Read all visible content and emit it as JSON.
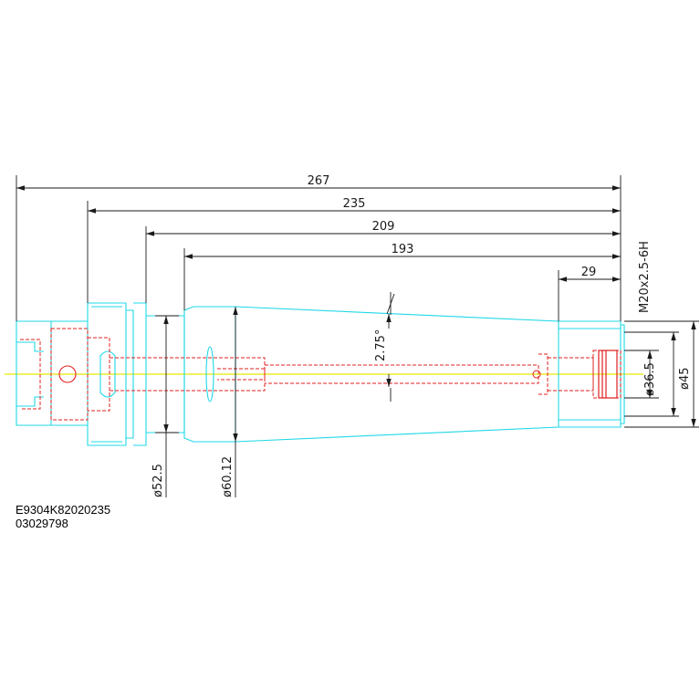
{
  "drawing": {
    "overall_lengths": [
      "267",
      "235",
      "209",
      "193",
      "29"
    ],
    "thread_spec": "M20x2.5-6H",
    "taper_angle": "2.75°",
    "diameters": {
      "d52": "ø52.5",
      "d60": "ø60.12",
      "d36": "ø36.5",
      "d45": "ø45"
    }
  },
  "part": {
    "code": "E9304K82020235",
    "serial": "03029798"
  },
  "colors": {
    "outline": "#20d8e8",
    "hidden": "#e02020",
    "centerline": "#e8e800",
    "dimension": "#1a1a1a",
    "label": "#3a3ad8"
  }
}
